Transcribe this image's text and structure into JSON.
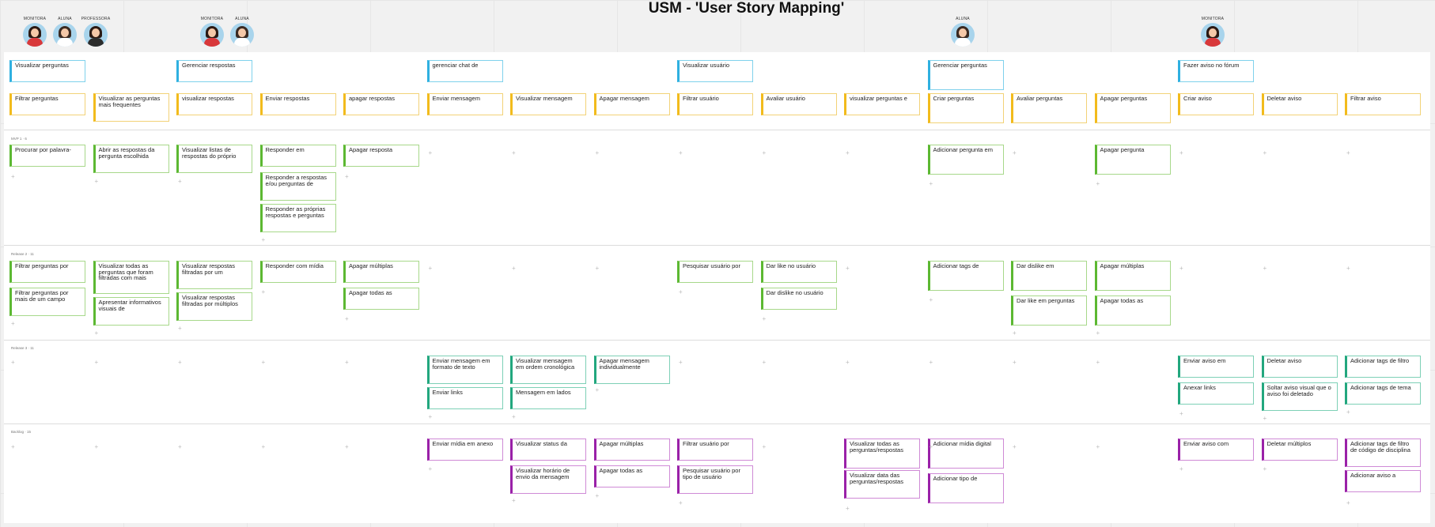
{
  "title": "USM - 'User Story Mapping'",
  "personas": [
    {
      "role": "MONITORA",
      "style": "red"
    },
    {
      "role": "ALUNA",
      "style": "white"
    },
    {
      "role": "PROFESSORA",
      "style": "dark"
    },
    {
      "role": "MONITORA",
      "style": "red"
    },
    {
      "role": "ALUNA",
      "style": "white"
    },
    {
      "role": "ALUNA",
      "style": "white"
    },
    {
      "role": "MONITORA",
      "style": "red"
    }
  ],
  "release_labels": [
    "MVP 1 · 6",
    "Release 2 · 11",
    "Release 3 · 11",
    "Backlog · 15"
  ],
  "plus_sign": "+",
  "activities": [
    "Visualizar perguntas",
    "Gerenciar respostas",
    "gerenciar chat de",
    "Visualizar usuário",
    "Gerenciar perguntas",
    "Fazer aviso no fórum"
  ],
  "tasks": [
    "Filtrar perguntas",
    "Visualizar as perguntas mais frequentes",
    "visualizar respostas",
    "Enviar respostas",
    "apagar respostas",
    "Enviar mensagem",
    "Visualizar mensagem",
    "Apagar mensagem",
    "Filtrar usuário",
    "Avaliar usuário",
    "visualizar perguntas e",
    "Criar perguntas",
    "Avaliar perguntas",
    "Apagar perguntas",
    "Criar aviso",
    "Deletar aviso",
    "Filtrar aviso"
  ],
  "mvp": [
    "Procurar por palavra-",
    "Abrir as respostas da pergunta escolhida",
    "Visualizar listas de respostas do próprio",
    "Responder em",
    "Responder a respostas e/ou perguntas de",
    "Responder as próprias respostas e perguntas",
    "Apagar resposta",
    "Adicionar pergunta em",
    "Apagar pergunta"
  ],
  "release2": [
    "Filtrar perguntas por",
    "Filtrar perguntas por mais de um campo",
    "Visualizar todas as perguntas que foram filtradas com mais",
    "Apresentar informativos visuais de",
    "Visualizar respostas filtradas por um",
    "Visualizar respostas filtradas por múltiplos",
    "Responder com mídia",
    "Apagar múltiplas",
    "Apagar todas as",
    "Pesquisar usuário por",
    "Dar like no usuário",
    "Dar dislike no usuário",
    "Adicionar tags de",
    "Dar dislike em",
    "Dar like em perguntas",
    "Apagar múltiplas",
    "Apagar todas as"
  ],
  "release3": [
    "Enviar mensagem em formato de texto",
    "Enviar links",
    "Visualizar mensagem em ordem cronológica",
    "Mensagem em lados",
    "Apagar mensagem individualmente",
    "Enviar aviso em",
    "Anexar links",
    "Deletar aviso",
    "Soltar aviso visual que o aviso foi deletado",
    "Adicionar tags de filtro",
    "Adicionar tags de tema"
  ],
  "backlog": [
    "Enviar mídia em anexo",
    "Visualizar status da",
    "Visualizar horário de envio da mensagem",
    "Apagar múltiplas",
    "Apagar todas as",
    "Filtrar usuário por",
    "Pesquisar usuário por tipo de usuário",
    "Visualizar todas as perguntas/respostas",
    "Visualizar data das perguntas/respostas",
    "Adicionar mídia digital",
    "Adicionar tipo de",
    "Enviar aviso com",
    "Deletar múltiplos",
    "Adicionar tags de filtro de código de disciplina",
    "Adicionar aviso a"
  ]
}
